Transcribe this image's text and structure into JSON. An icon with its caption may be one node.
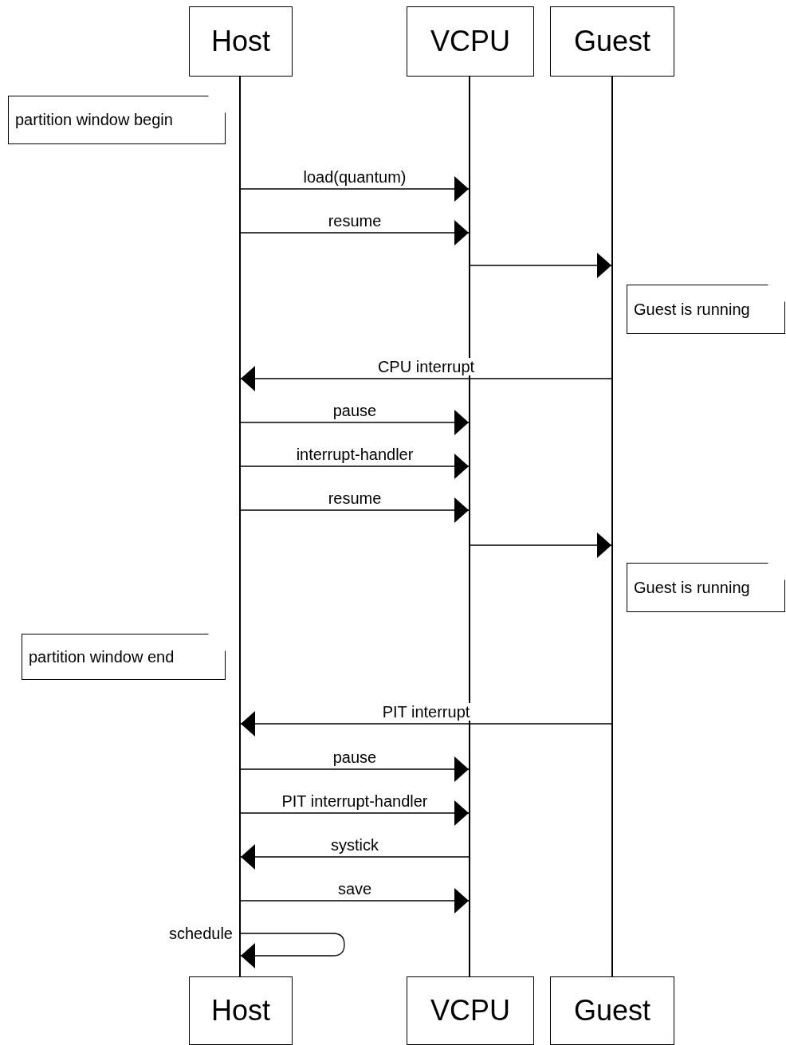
{
  "diagram": {
    "nodes": [
      {
        "text": [
          "Host"
        ]
      },
      {
        "text": [
          "VCPU"
        ]
      },
      {
        "text": [
          "Guest"
        ]
      },
      {
        "text": [
          "Host"
        ]
      },
      {
        "text": [
          "VCPU"
        ]
      },
      {
        "text": [
          "Guest"
        ]
      },
      {
        "text": [
          "partition window begin"
        ]
      },
      {
        "text": [
          "Guest is running"
        ]
      },
      {
        "text": [
          "Guest is running"
        ]
      },
      {
        "text": [
          "partition window end"
        ]
      },
      {
        "text": [],
        "shape": "bar"
      },
      {
        "text": [],
        "shape": "bar"
      },
      {
        "text": [],
        "shape": "bar"
      }
    ],
    "edges": [
      {
        "from": 10,
        "to": 11,
        "arrow": "to",
        "label": "load(quantum)"
      },
      {
        "from": 10,
        "to": 11,
        "arrow": "to",
        "label": "resume"
      },
      {
        "from": 11,
        "to": 12,
        "arrow": "to"
      },
      {
        "from": 12,
        "to": 10,
        "arrow": "to",
        "label": "CPU interrupt"
      },
      {
        "from": 10,
        "to": 11,
        "arrow": "to",
        "label": "pause"
      },
      {
        "from": 10,
        "to": 11,
        "arrow": "to",
        "label": "interrupt-handler"
      },
      {
        "from": 10,
        "to": 11,
        "arrow": "to",
        "label": "resume"
      },
      {
        "from": 11,
        "to": 12,
        "arrow": "to"
      },
      {
        "from": 12,
        "to": 10,
        "arrow": "to",
        "label": "PIT interrupt"
      },
      {
        "from": 10,
        "to": 11,
        "arrow": "to",
        "label": "pause"
      },
      {
        "from": 10,
        "to": 11,
        "arrow": "to",
        "label": "PIT interrupt-handler"
      },
      {
        "from": 11,
        "to": 10,
        "arrow": "to",
        "label": "systick"
      },
      {
        "from": 10,
        "to": 11,
        "arrow": "to",
        "label": "save"
      },
      {
        "from": 10,
        "to": 10,
        "arrow": "to",
        "label": "schedule"
      }
    ]
  }
}
